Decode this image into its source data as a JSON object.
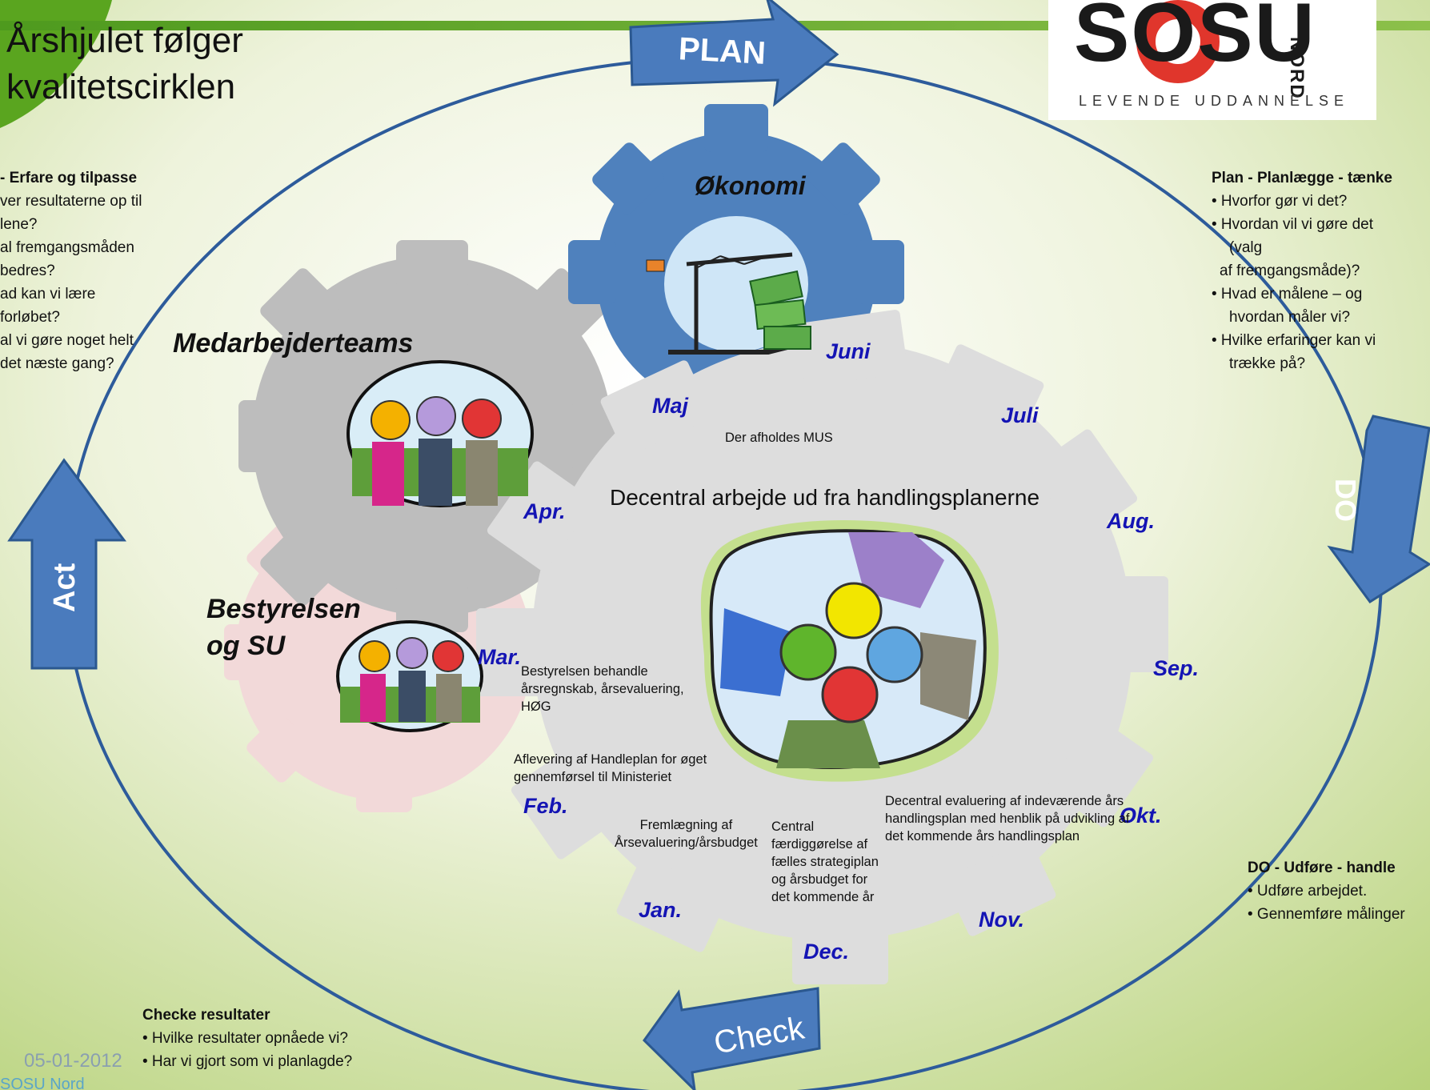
{
  "slide": {
    "title_line1": "Årshjulet følger",
    "title_line2": "kvalitetscirklen",
    "date": "05-01-2012",
    "footer_org": "SOSU Nord"
  },
  "logo": {
    "text": "SOSU",
    "vertical_text": "NORD",
    "tagline": "LEVENDE UDDANNELSE"
  },
  "cycle_arrows": {
    "plan": "PLAN",
    "do": "DO",
    "check": "Check",
    "act": "Act"
  },
  "gears": {
    "economy": "Økonomi",
    "staff_teams": "Medarbejderteams",
    "board_line1": "Bestyrelsen",
    "board_line2": "og SU",
    "central_heading": "Decentral arbejde ud fra handlingsplanerne"
  },
  "months": {
    "jan": "Jan.",
    "feb": "Feb.",
    "mar": "Mar.",
    "apr": "Apr.",
    "maj": "Maj",
    "juni": "Juni",
    "juli": "Juli",
    "aug": "Aug.",
    "sep": "Sep.",
    "okt": "Okt.",
    "nov": "Nov.",
    "dec": "Dec."
  },
  "events": {
    "mus": "Der afholdes MUS",
    "board_review": [
      "Bestyrelsen behandle",
      "årsregnskab, årsevaluering,",
      "HØG"
    ],
    "handleplan": [
      "Aflevering af Handleplan for øget",
      "gennemførsel til Ministeriet"
    ],
    "fremlaegning": [
      "Fremlægning af",
      "Årsevaluering/årsbudget"
    ],
    "central": [
      "Central",
      "færdiggørelse af",
      "fælles strategiplan",
      "og årsbudget for",
      "det kommende år"
    ],
    "decentral_eval": [
      "Decentral evaluering af indeværende års",
      "handlingsplan med henblik på udvikling af",
      "det kommende års handlingsplan"
    ]
  },
  "plan_box": {
    "heading": "Plan - Planlægge - tænke",
    "lines": [
      "•  Hvorfor gør vi det?",
      "•  Hvordan vil vi gøre det",
      "(valg",
      "af fremgangsmåde)?",
      "•  Hvad er målene – og",
      "hvordan måler vi?",
      "•  Hvilke erfaringer kan vi",
      "trække på?"
    ]
  },
  "do_box": {
    "heading": "DO - Udføre - handle",
    "lines": [
      "• Udføre arbejdet.",
      "• Gennemføre målinger"
    ]
  },
  "check_box": {
    "heading": "Checke resultater",
    "lines": [
      "• Hvilke resultater opnåede vi?",
      "• Har vi gjort som vi planlagde?"
    ]
  },
  "act_box": {
    "heading": "- Erfare og tilpasse",
    "lines": [
      "ver resultaterne op til",
      "lene?",
      "al fremgangsmåden",
      "bedres?",
      "ad kan vi lære",
      "forløbet?",
      "al vi gøre noget helt",
      "det næste gang?"
    ]
  },
  "colors": {
    "arrow_blue": "#4a7bbd",
    "economy_gear": "#4f81bd",
    "staff_gear": "#bdbdbd",
    "board_gear": "#f2d9d9",
    "central_gear": "#dddddd",
    "month_text": "#1414b4",
    "logo_red": "#e0362c",
    "green_band": "#78b83a"
  }
}
